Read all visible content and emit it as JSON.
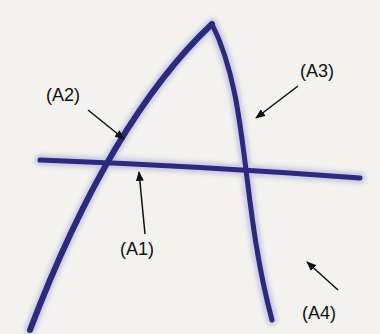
{
  "diagram": {
    "labels": [
      "(A2)",
      "(A3)",
      "(A1)",
      "(A4)"
    ]
  }
}
